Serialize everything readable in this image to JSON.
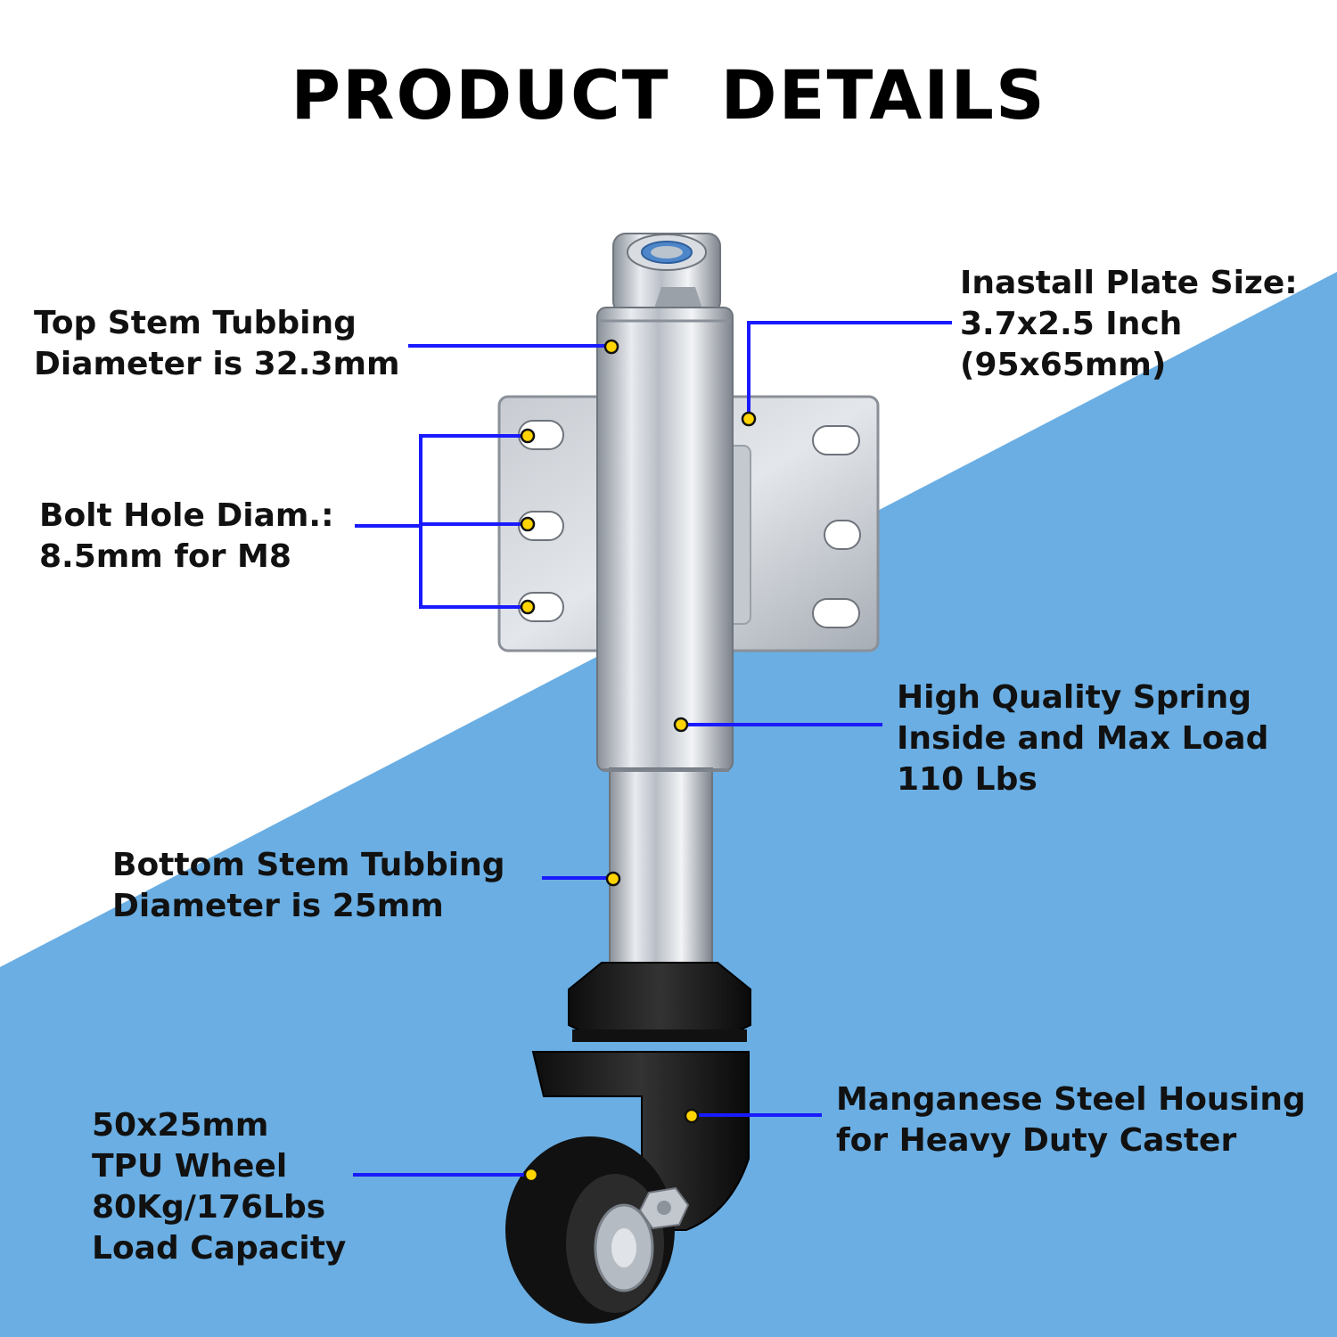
{
  "title": "PRODUCT  DETAILS",
  "colors": {
    "background_blue": "#6aaee3",
    "background_white": "#ffffff",
    "leader_line": "#1a1aff",
    "marker_fill": "#ffd400",
    "text": "#111111"
  },
  "callouts": {
    "top_stem": [
      "Top Stem Tubbing",
      "Diameter is 32.3mm"
    ],
    "install_plate": [
      "Inastall Plate Size:",
      "3.7x2.5 Inch",
      "(95x65mm)"
    ],
    "bolt_hole": [
      "Bolt Hole Diam.:",
      "8.5mm for M8"
    ],
    "spring": [
      "High Quality Spring",
      "Inside and Max Load",
      "110 Lbs"
    ],
    "bottom_stem": [
      "Bottom Stem Tubbing",
      "Diameter is 25mm"
    ],
    "housing": [
      "Manganese Steel Housing",
      "for Heavy Duty Caster"
    ],
    "wheel": [
      "50x25mm",
      "TPU Wheel",
      "80Kg/176Lbs",
      "Load Capacity"
    ]
  }
}
